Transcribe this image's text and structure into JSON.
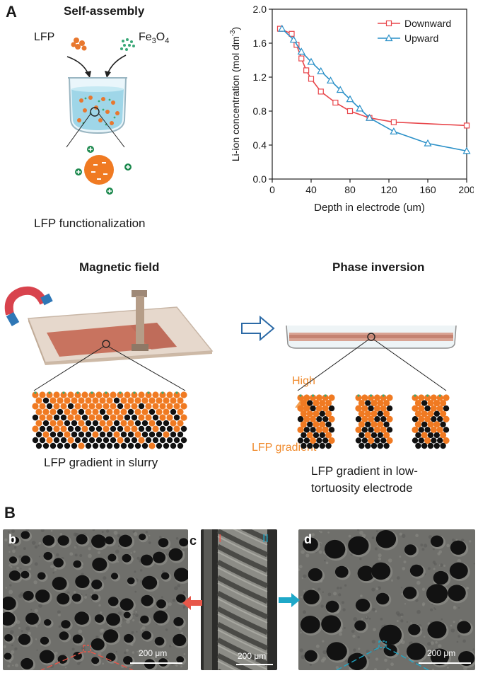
{
  "panel_a": {
    "letter": "A",
    "self_assembly": {
      "title": "Self-assembly",
      "lfp": "LFP",
      "fe3o4_base": "Fe",
      "fe3o4_sub1": "3",
      "fe3o4_mid": "O",
      "fe3o4_sub2": "4",
      "caption": "LFP functionalization"
    },
    "magnetic": {
      "title": "Magnetic field",
      "caption": "LFP gradient in slurry"
    },
    "gradient": {
      "high": "High",
      "label": "LFP gradient"
    },
    "phase": {
      "title": "Phase inversion",
      "caption_line1": "LFP gradient in low-",
      "caption_line2": "tortuosity electrode"
    }
  },
  "panel_b": {
    "letter": "B",
    "b_label": "b",
    "c_label": "c",
    "d_label": "d",
    "marker_i": "I",
    "marker_ii": "II",
    "scale_b": "200 μm",
    "scale_c": "200 μm",
    "scale_d": "200 μm",
    "colors": {
      "red": "#e8574a",
      "blue": "#1fa8c8"
    }
  },
  "chart_data": {
    "type": "line",
    "xlabel": "Depth in electrode (um)",
    "ylabel_main": "Li-ion concentration (mol dm",
    "ylabel_sup": "-3",
    "ylabel_close": ")",
    "xlim": [
      0,
      200
    ],
    "ylim": [
      0.0,
      2.0
    ],
    "xticks": [
      0,
      40,
      80,
      120,
      160,
      200
    ],
    "xtick_labels": [
      "0",
      "40",
      "80",
      "120",
      "160",
      "200"
    ],
    "yticks": [
      0.0,
      0.4,
      0.8,
      1.2,
      1.6,
      2.0
    ],
    "ytick_labels": [
      "0.0",
      "0.4",
      "0.8",
      "1.2",
      "1.6",
      "2.0"
    ],
    "legend_position": "top-right",
    "series": [
      {
        "name": "Downward",
        "color": "#e8474c",
        "marker": "square",
        "x": [
          8,
          20,
          25,
          30,
          35,
          40,
          50,
          65,
          80,
          100,
          125,
          200
        ],
        "y": [
          1.77,
          1.71,
          1.58,
          1.42,
          1.28,
          1.18,
          1.03,
          0.9,
          0.8,
          0.72,
          0.67,
          0.63
        ]
      },
      {
        "name": "Upward",
        "color": "#2a90c8",
        "marker": "triangle",
        "x": [
          10,
          22,
          30,
          40,
          50,
          60,
          70,
          80,
          90,
          100,
          125,
          160,
          200
        ],
        "y": [
          1.77,
          1.64,
          1.5,
          1.38,
          1.27,
          1.16,
          1.05,
          0.94,
          0.83,
          0.72,
          0.56,
          0.42,
          0.33
        ]
      }
    ]
  }
}
